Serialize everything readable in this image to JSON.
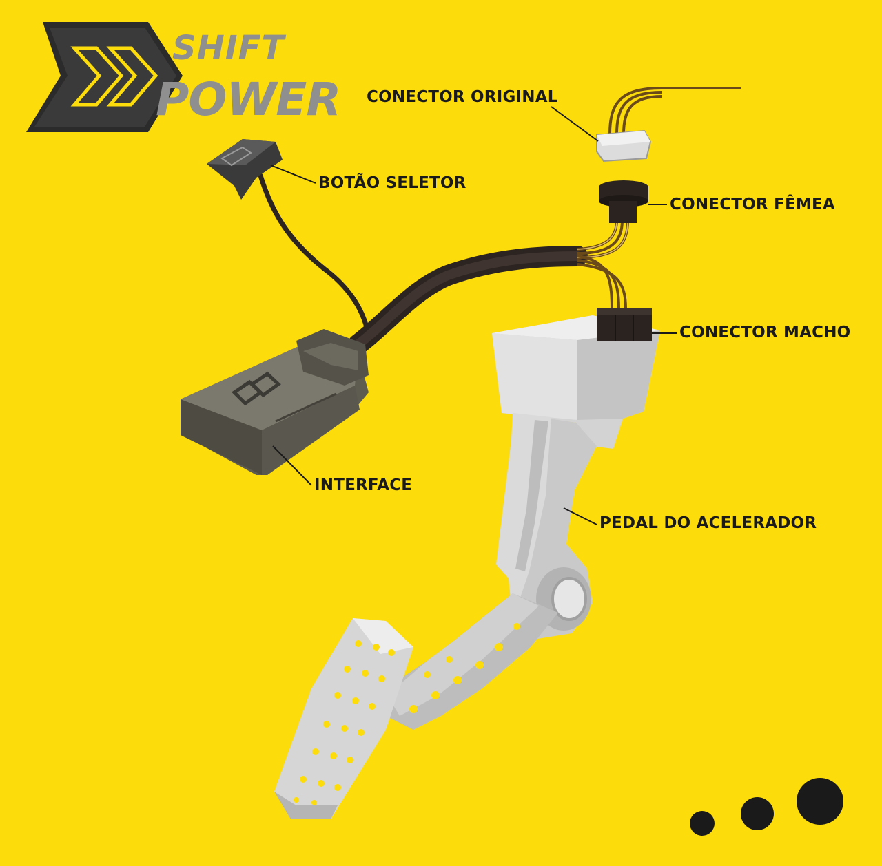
{
  "brand": {
    "line1": "SHIFT",
    "line2": "POWER",
    "logo_icon": "double-chevron-icon",
    "accent_color": "#FDDC0C",
    "text_color": "#8f8f8f"
  },
  "background_color": "#FDDC0C",
  "labels": {
    "conector_original": "CONECTOR ORIGINAL",
    "botao_seletor": "BOTÃO SELETOR",
    "conector_femea": "CONECTOR FÊMEA",
    "conector_macho": "CONECTOR MACHO",
    "interface": "INTERFACE",
    "pedal": "PEDAL DO ACELERADOR"
  },
  "pagination": {
    "count": 3,
    "color": "#1a1a1a"
  }
}
